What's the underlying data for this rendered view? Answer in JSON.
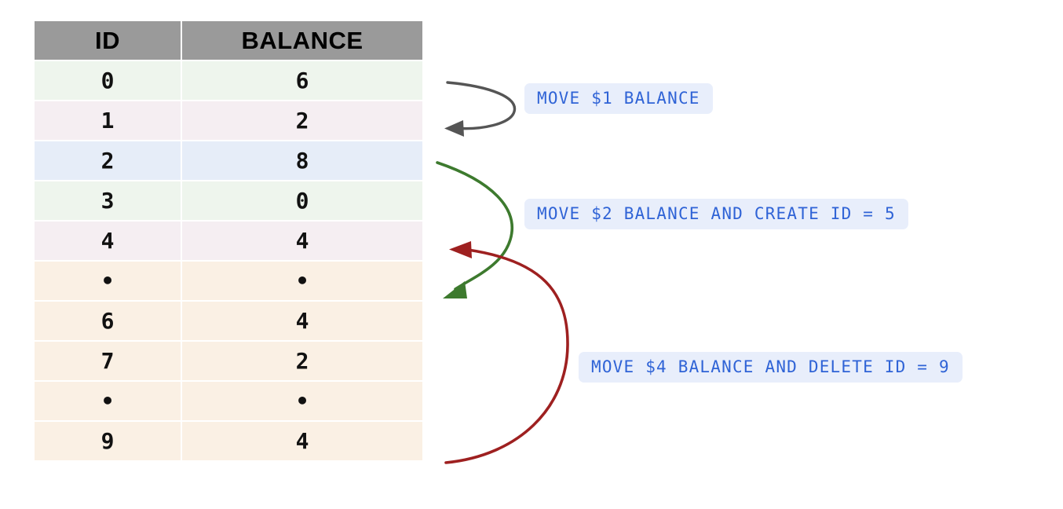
{
  "table": {
    "columns": [
      "ID",
      "BALANCE"
    ],
    "rows": [
      {
        "id": "0",
        "balance": "6",
        "tint": "green"
      },
      {
        "id": "1",
        "balance": "2",
        "tint": "pink"
      },
      {
        "id": "2",
        "balance": "8",
        "tint": "blue"
      },
      {
        "id": "3",
        "balance": "0",
        "tint": "green"
      },
      {
        "id": "4",
        "balance": "4",
        "tint": "pink"
      },
      {
        "id": "•",
        "balance": "•",
        "tint": "orange"
      },
      {
        "id": "6",
        "balance": "4",
        "tint": "orange"
      },
      {
        "id": "7",
        "balance": "2",
        "tint": "orange"
      },
      {
        "id": "•",
        "balance": "•",
        "tint": "orange"
      },
      {
        "id": "9",
        "balance": "4",
        "tint": "orange"
      }
    ]
  },
  "annotations": [
    {
      "label": "MOVE $1 BALANCE",
      "arrow_color": "#555555"
    },
    {
      "label": "MOVE $2 BALANCE AND CREATE ID = 5",
      "arrow_color": "#3d7a2e"
    },
    {
      "label": "MOVE $4 BALANCE AND DELETE ID = 9",
      "arrow_color": "#9e2020"
    }
  ],
  "colors": {
    "header_bg": "#9a9a9a",
    "pill_bg": "#e8eefb",
    "pill_text": "#2f63d6",
    "row_green": "#eef5ed",
    "row_pink": "#f5eef2",
    "row_blue": "#e6edf8",
    "row_orange": "#faf0e4",
    "arrow_gray": "#555555",
    "arrow_green": "#3d7a2e",
    "arrow_red": "#9e2020"
  }
}
